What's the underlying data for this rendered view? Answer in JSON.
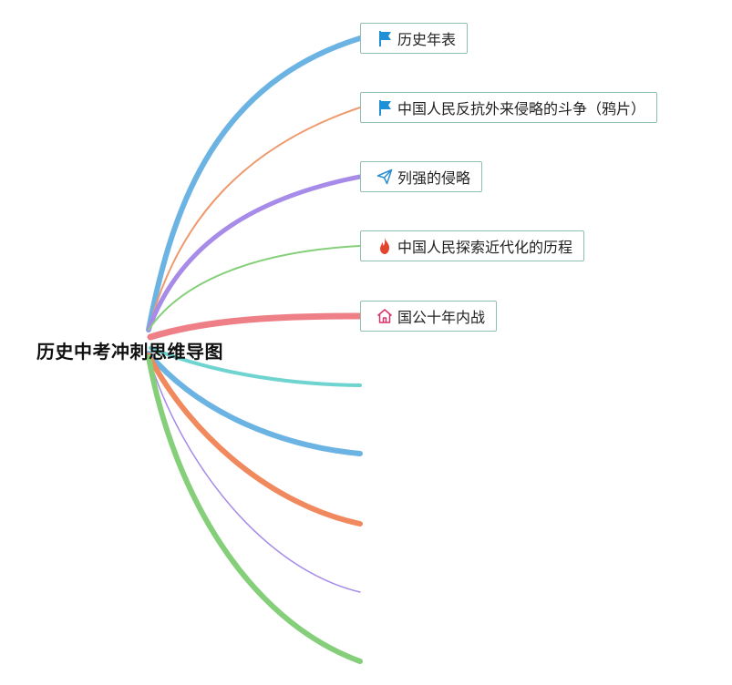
{
  "root": {
    "title": "历史中考冲刺思维导图"
  },
  "nodes": [
    {
      "label": "历史年表",
      "icon": "flag-icon",
      "branch_color": "#6bb3e3"
    },
    {
      "label": "中国人民反抗外来侵略的斗争（鸦片）",
      "icon": "flag-icon",
      "branch_color": "#ee9a6e"
    },
    {
      "label": "列强的侵略",
      "icon": "paper-plane-icon",
      "branch_color": "#a68be8"
    },
    {
      "label": "中国人民探索近代化的历程",
      "icon": "fire-icon",
      "branch_color": "#86cf7a"
    },
    {
      "label": "国公十年内战",
      "icon": "home-icon",
      "branch_color": "#ef7f86"
    }
  ],
  "empty_branch_colors": [
    "#6fd3d0",
    "#6bb3e3",
    "#f08a5e",
    "#a68be8",
    "#86cf7a"
  ],
  "icon_colors": {
    "flag": "#1f8fd6",
    "paper_plane": "#2b8fd0",
    "fire": "#e2452b",
    "home": "#d6336c"
  }
}
